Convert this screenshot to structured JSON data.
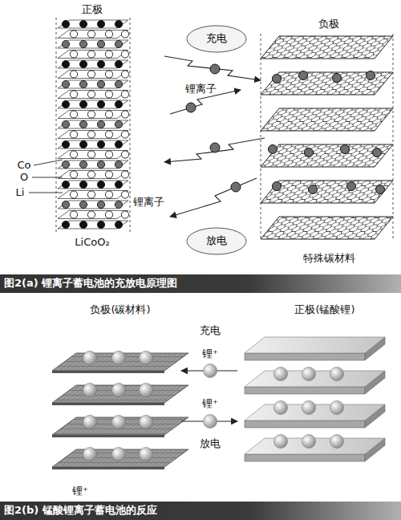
{
  "diagram": {
    "nodes": [
      {
        "text": [
          "充电"
        ]
      },
      {
        "text": [
          "放电"
        ]
      },
      {
        "text": [
          "图2(a) 锂离子蓄电池的充放电原理图"
        ]
      },
      {
        "text": [
          "图2(b) 锰酸锂离子蓄电池的反应"
        ]
      }
    ],
    "labels": [
      "正极",
      "负极",
      "锂离子",
      "Co",
      "O",
      "Li",
      "锂离子",
      "LiCoO₂",
      "特殊碳材料",
      "负极(碳材料)",
      "充电",
      "正极(锰酸锂)",
      "锂⁺",
      "锂⁺",
      "放电",
      "锂⁺"
    ]
  }
}
